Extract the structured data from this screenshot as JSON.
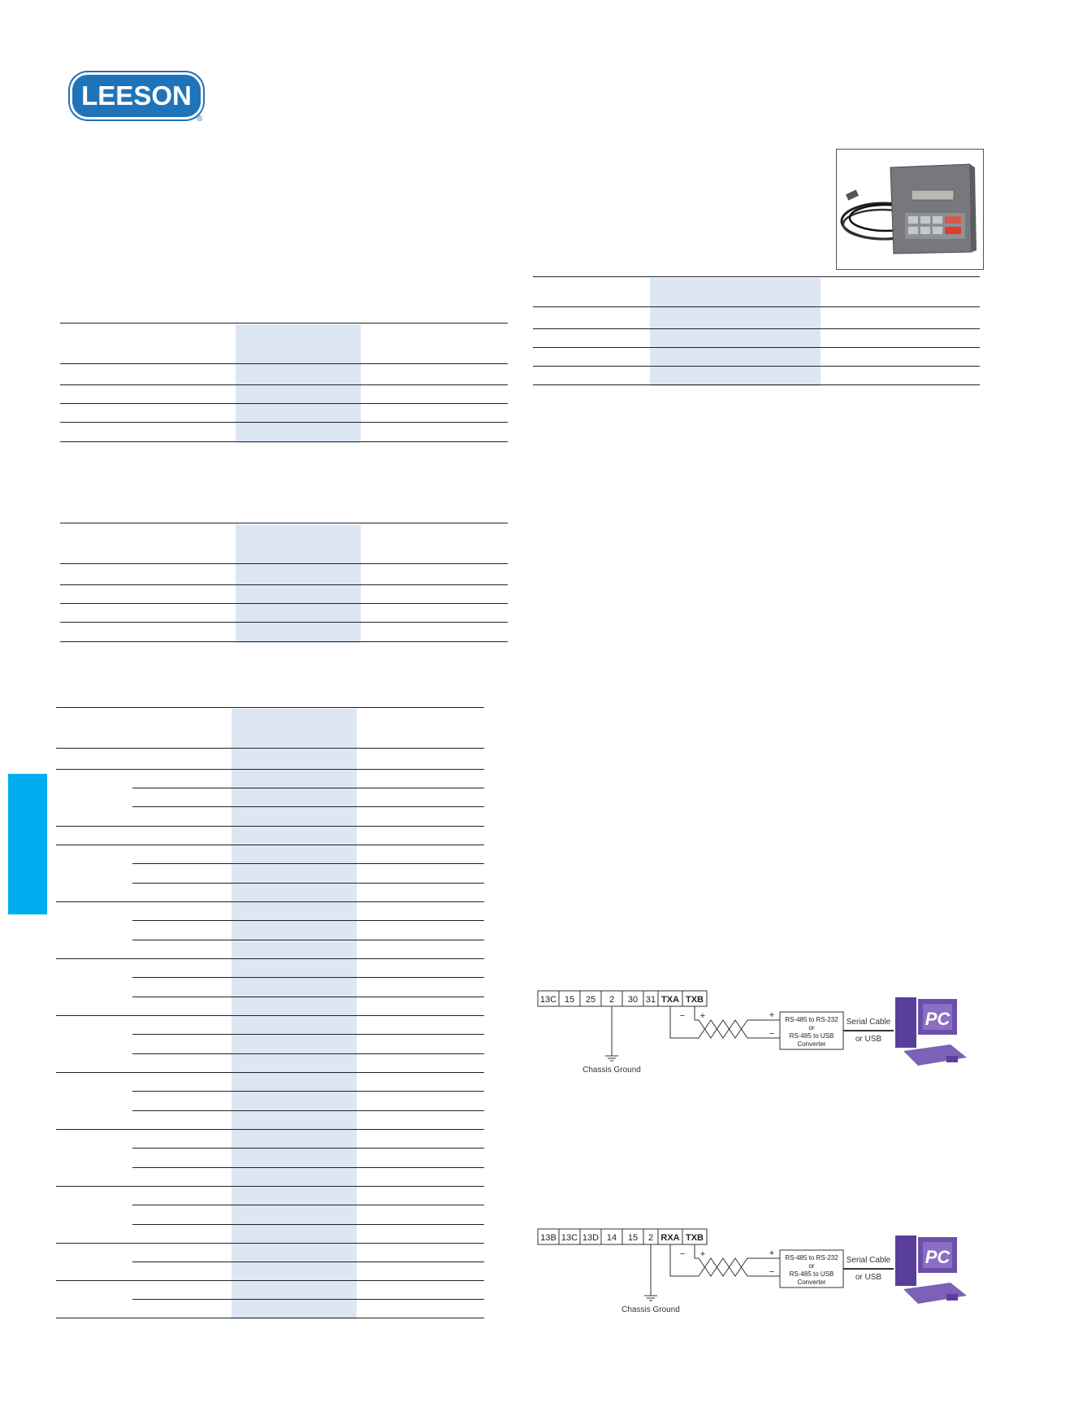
{
  "brand": {
    "logo_text": "LEESON",
    "registered_mark": "®",
    "logo_color": "#1f74b9"
  },
  "colors": {
    "column_shade": "#dde6f3",
    "side_tab": "#00aeef",
    "pc_purple": "#6b4fa8"
  },
  "diagram_top": {
    "terminals": [
      "13C",
      "15",
      "25",
      "2",
      "30",
      "31",
      "TXA",
      "TXB"
    ],
    "minus": "−",
    "plus": "+",
    "converter_lines": [
      "RS-485 to RS-232",
      "or",
      "RS-485 to USB",
      "Converter"
    ],
    "cable_lines": [
      "Serial Cable",
      "or USB"
    ],
    "ground_label": "Chassis Ground",
    "pc_label": "PC"
  },
  "diagram_bottom": {
    "terminals": [
      "13B",
      "13C",
      "13D",
      "14",
      "15",
      "2",
      "RXA",
      "TXB"
    ],
    "minus": "−",
    "plus": "+",
    "converter_lines": [
      "RS-485 to RS-232",
      "or",
      "RS-485 to USB",
      "Converter"
    ],
    "cable_lines": [
      "Serial Cable",
      "or USB"
    ],
    "ground_label": "Chassis Ground",
    "pc_label": "PC"
  }
}
